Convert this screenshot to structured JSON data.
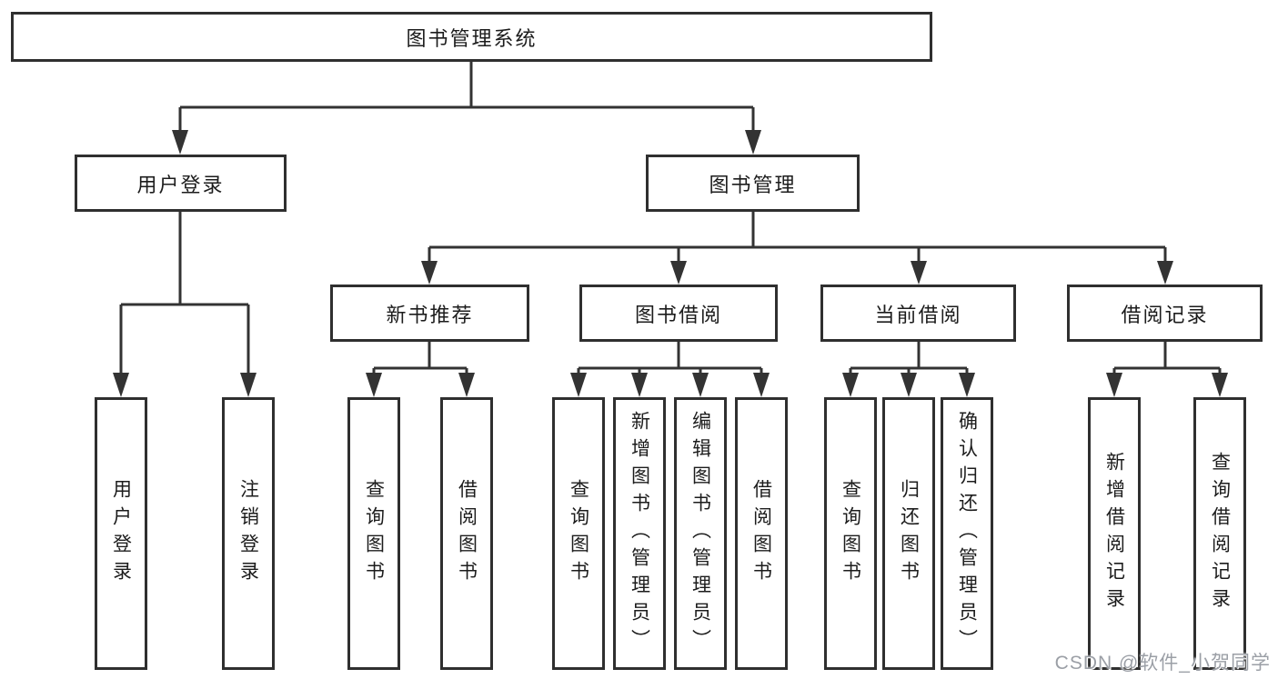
{
  "nodes": {
    "root": "图书管理系统",
    "l2": [
      "用户登录",
      "图书管理"
    ],
    "l3": [
      "新书推荐",
      "图书借阅",
      "当前借阅",
      "借阅记录"
    ],
    "leaves": [
      [
        "用户登录",
        "注销登录"
      ],
      [
        "查询图书",
        "借阅图书"
      ],
      [
        "查询图书",
        "新增图书（管理员）",
        "编辑图书（管理员）",
        "借阅图书"
      ],
      [
        "查询图书",
        "归还图书",
        "确认归还（管理员）"
      ],
      [
        "新增借阅记录",
        "查询借阅记录"
      ]
    ]
  },
  "watermark": "CSDN @软件_小贺同学",
  "colors": {
    "line": "#333333",
    "box_border": "#2f2f2f",
    "text": "#1c1c1c",
    "watermark": "#9b9fa6",
    "background": "#ffffff"
  }
}
